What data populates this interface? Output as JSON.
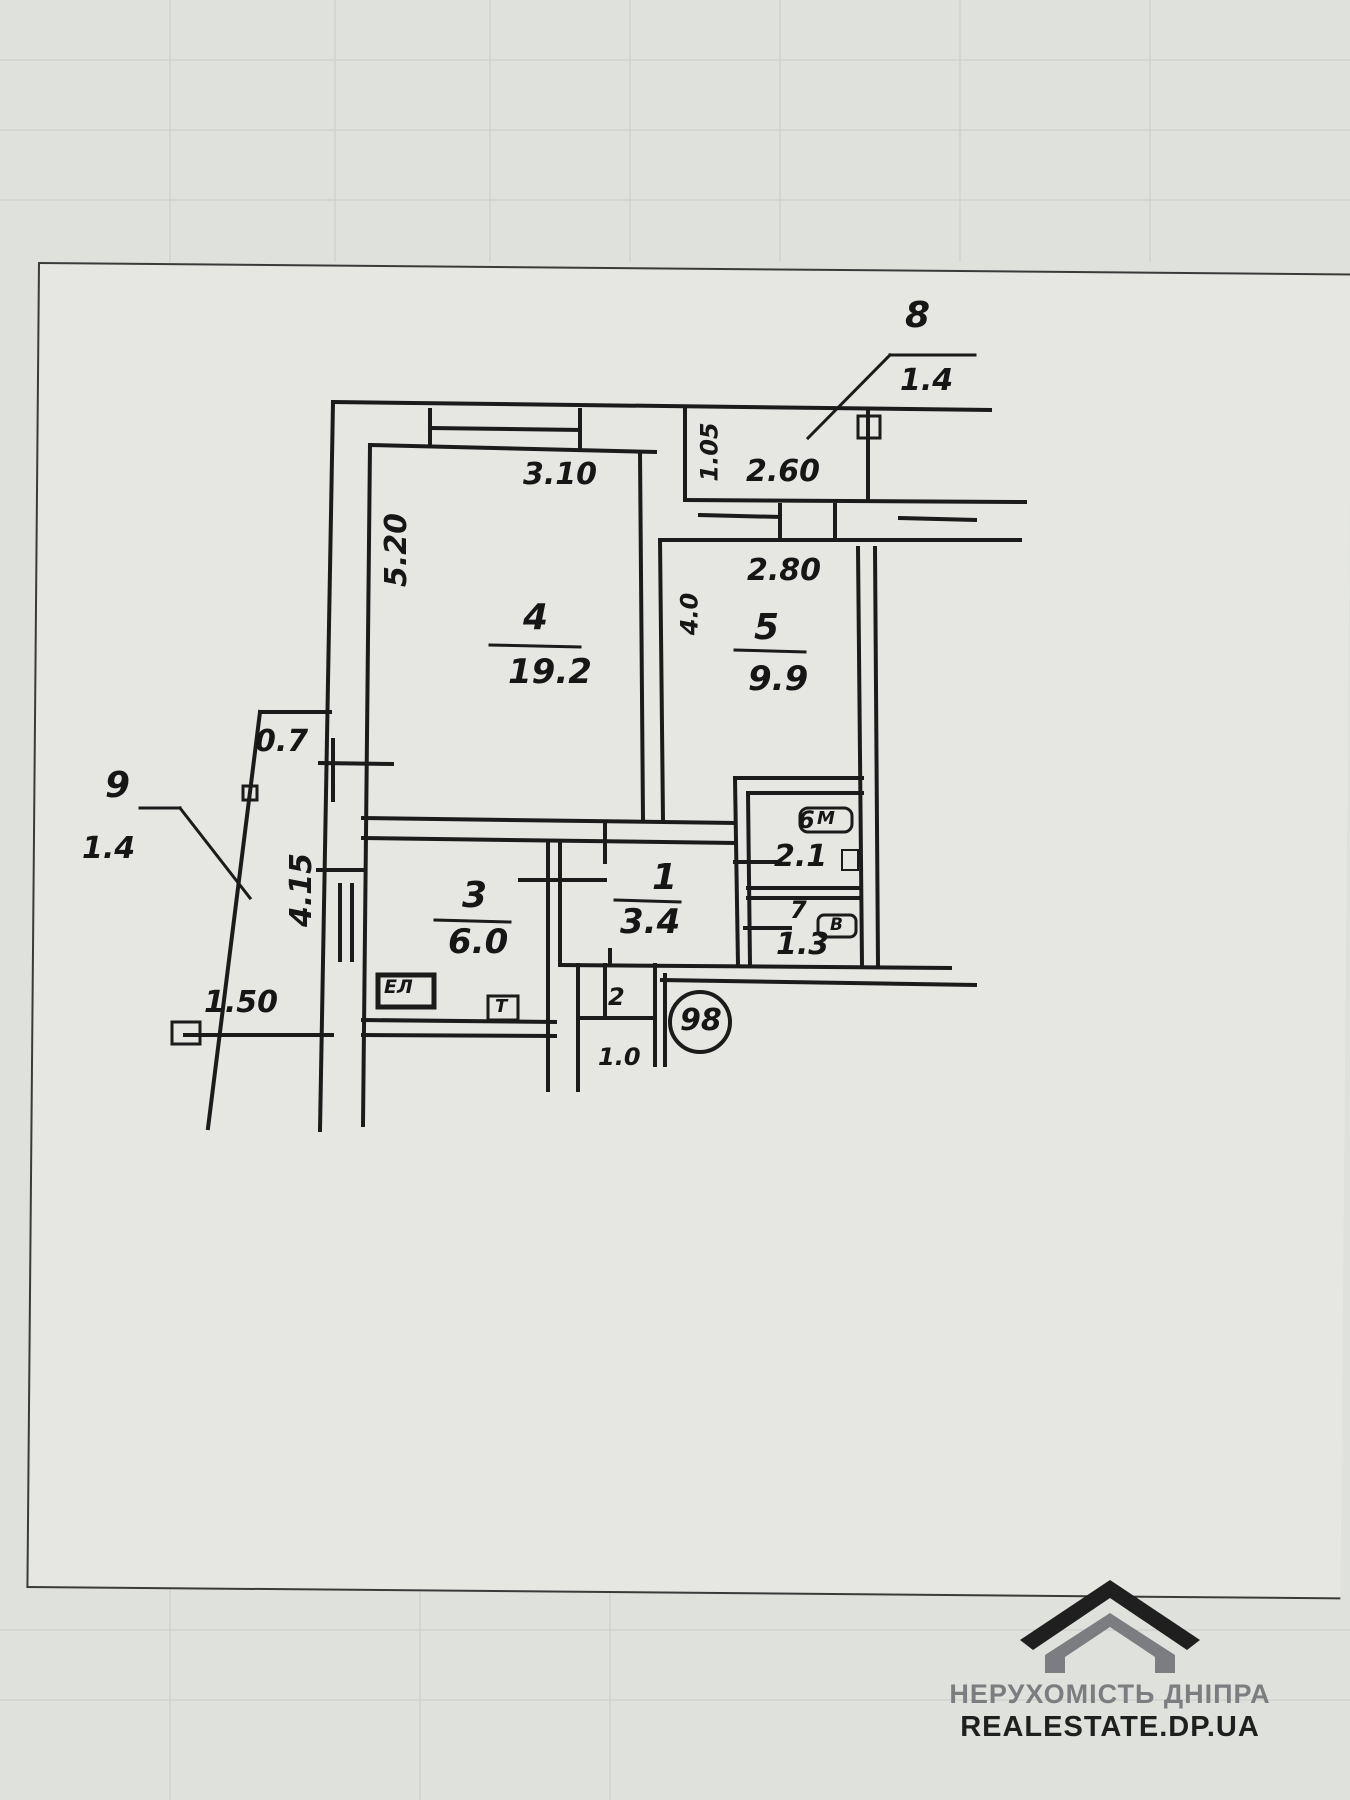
{
  "plan": {
    "rooms": [
      {
        "id": "4",
        "number": "4",
        "area": "19.2"
      },
      {
        "id": "5",
        "number": "5",
        "area": "9.9"
      },
      {
        "id": "3",
        "number": "3",
        "area": "6.0"
      },
      {
        "id": "1",
        "number": "1",
        "area": "3.4"
      },
      {
        "id": "2",
        "number": "2"
      },
      {
        "id": "6",
        "number": "6",
        "area": "2.1"
      },
      {
        "id": "7",
        "number": "7",
        "area": "1.3"
      },
      {
        "id": "8",
        "number": "8",
        "area": "1.4"
      },
      {
        "id": "9",
        "number": "9",
        "area": "1.4"
      }
    ],
    "dimensions": {
      "room4_width": "3.10",
      "room4_length": "5.20",
      "balcony_width": "2.60",
      "balcony_depth": "1.05",
      "room5_width": "2.80",
      "room5_length": "4.0",
      "loggia_depth": "0.7",
      "loggia_length": "4.15",
      "loggia_width": "1.50",
      "closet_width": "1.0"
    },
    "apartment_number": "98",
    "fixtures": {
      "sink": "М",
      "bath": "В",
      "stove": "ЕЛ",
      "table": "Т"
    }
  },
  "watermark": {
    "line1": "НЕРУХОМІСТЬ ДНІПРА",
    "line2": "REALESTATE.DP.UA",
    "colors": {
      "roof": "#1f1f1f",
      "house": "#7b7d80"
    }
  }
}
